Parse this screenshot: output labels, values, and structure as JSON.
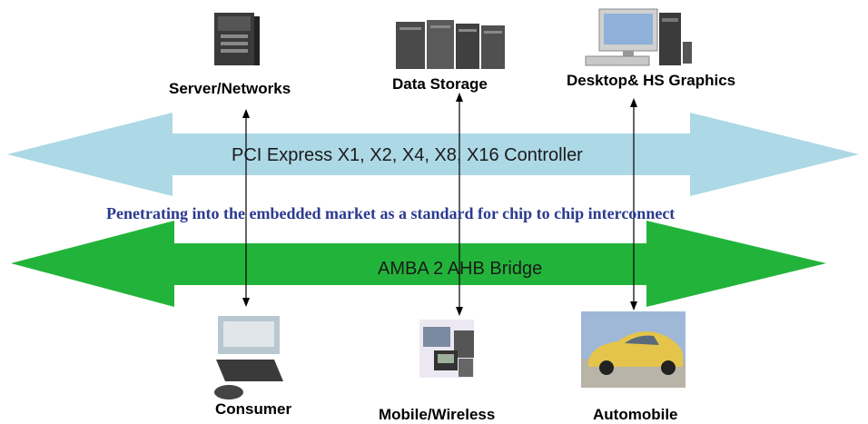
{
  "top_devices": [
    {
      "label": "Server/Networks",
      "icon": "server-icon"
    },
    {
      "label": "Data Storage",
      "icon": "storage-rack-icon"
    },
    {
      "label": "Desktop& HS Graphics",
      "icon": "desktop-computer-icon"
    }
  ],
  "bottom_devices": [
    {
      "label": "Consumer",
      "icon": "game-console-icon"
    },
    {
      "label": "Mobile/Wireless",
      "icon": "mobile-devices-icon"
    },
    {
      "label": "Automobile",
      "icon": "car-icon"
    }
  ],
  "bands": {
    "pci": {
      "label": "PCI Express X1, X2, X4, X8, X16 Controller",
      "color": "#add8e6"
    },
    "amba": {
      "label": "AMBA 2 AHB Bridge",
      "color": "#22b43a"
    }
  },
  "tagline": "Penetrating into the embedded market as a standard for chip to chip interconnect",
  "colors": {
    "tagline": "#2b3a8f",
    "connector": "#000000"
  }
}
